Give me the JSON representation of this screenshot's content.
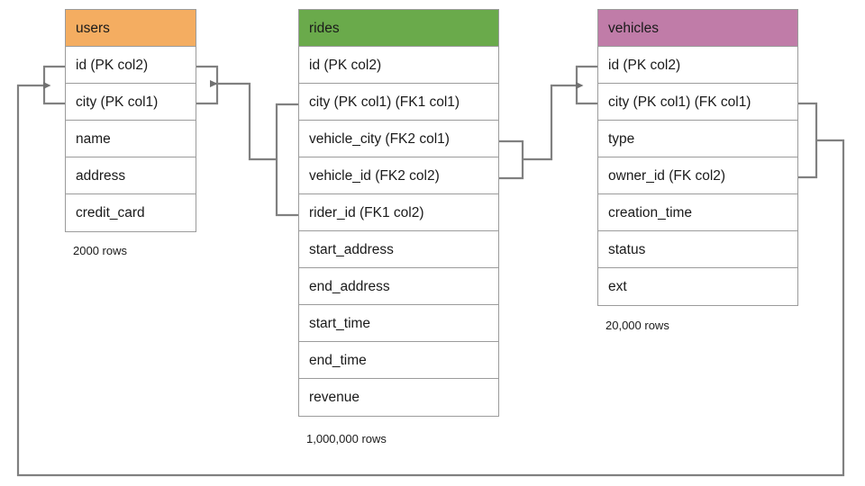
{
  "diagram": {
    "kind": "entity-relationship-diagram",
    "background_color": "#ffffff",
    "line_color": "#808080",
    "border_color": "#9b9b9b",
    "text_color": "#1a1a1a"
  },
  "tables": [
    {
      "name": "users",
      "header_color": "#f4ad61",
      "rows_label": "2000 rows",
      "columns": [
        "id (PK col2)",
        "city (PK col1)",
        "name",
        "address",
        "credit_card"
      ]
    },
    {
      "name": "rides",
      "header_color": "#6aaa4b",
      "rows_label": "1,000,000 rows",
      "columns": [
        "id (PK col2)",
        "city (PK col1) (FK1 col1)",
        "vehicle_city (FK2 col1)",
        "vehicle_id (FK2 col2)",
        "rider_id (FK1 col2)",
        "start_address",
        "end_address",
        "start_time",
        "end_time",
        "revenue"
      ]
    },
    {
      "name": "vehicles",
      "header_color": "#c07ca8",
      "rows_label": "20,000 rows",
      "columns": [
        "id (PK col2)",
        "city (PK col1) (FK col1)",
        "type",
        "owner_id (FK col2)",
        "creation_time",
        "status",
        "ext"
      ]
    }
  ],
  "relationships": [
    {
      "name": "rides-to-users",
      "from_table": "rides",
      "from_columns": [
        "city (PK col1) (FK1 col1)",
        "rider_id (FK1 col2)"
      ],
      "to_table": "users",
      "to_columns": [
        "id (PK col2)",
        "city (PK col1)"
      ],
      "arrow": "to-users"
    },
    {
      "name": "rides-to-vehicles",
      "from_table": "rides",
      "from_columns": [
        "vehicle_city (FK2 col1)",
        "vehicle_id (FK2 col2)"
      ],
      "to_table": "vehicles",
      "to_columns": [
        "id (PK col2)",
        "city (PK col1) (FK col1)"
      ],
      "arrow": "to-vehicles"
    },
    {
      "name": "vehicles-to-users",
      "from_table": "vehicles",
      "from_columns": [
        "city (PK col1) (FK col1)",
        "owner_id (FK col2)"
      ],
      "to_table": "users",
      "to_columns": [
        "id (PK col2)",
        "city (PK col1)"
      ],
      "arrow": "to-users"
    }
  ]
}
